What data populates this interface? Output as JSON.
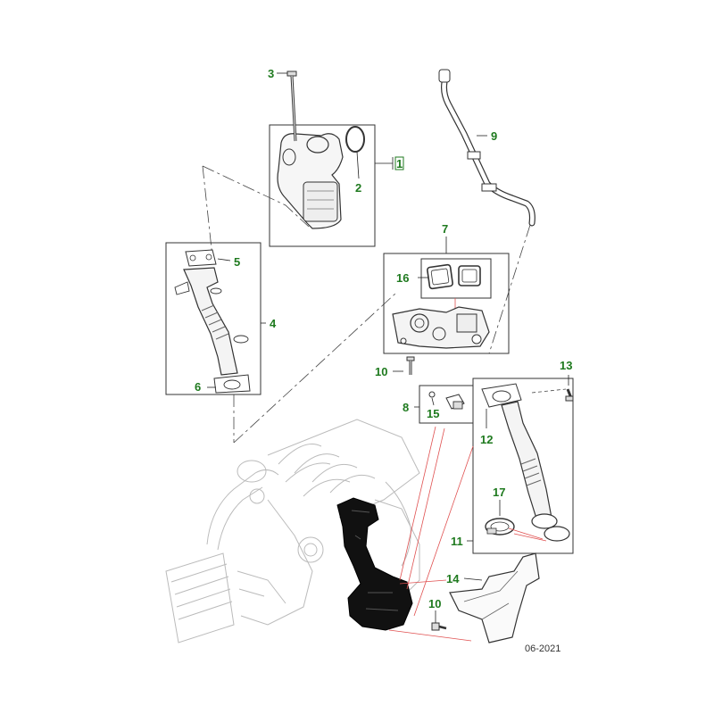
{
  "colors": {
    "callout": "#1f7a1f",
    "line_art": "#333333",
    "leader": "#222222",
    "red_leader": "#e05050",
    "engine_shade": "#bbbbbb",
    "highlight_part": "#111111"
  },
  "callouts": {
    "c1": "1",
    "c2": "2",
    "c3": "3",
    "c4": "4",
    "c5": "5",
    "c6": "6",
    "c7": "7",
    "c8": "8",
    "c9": "9",
    "c10a": "10",
    "c10b": "10",
    "c11": "11",
    "c12": "12",
    "c13": "13",
    "c14": "14",
    "c15": "15",
    "c16": "16",
    "c17": "17"
  },
  "footer": {
    "code": "06-2021"
  }
}
